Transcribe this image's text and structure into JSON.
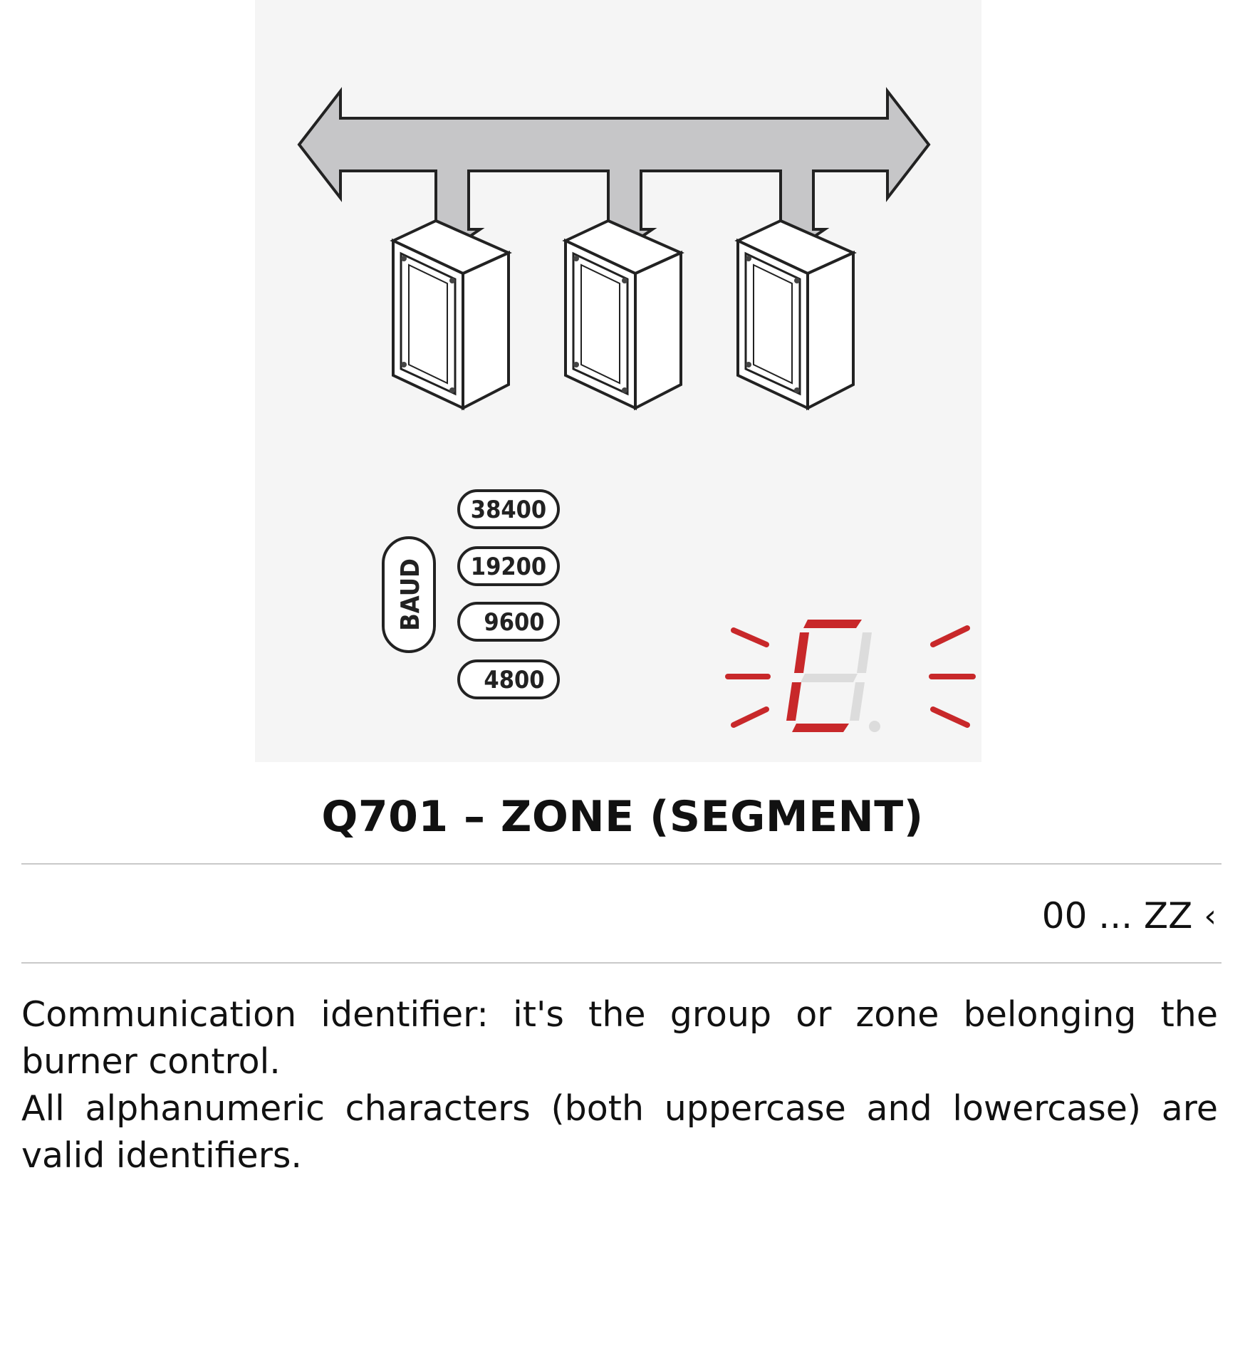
{
  "illustration": {
    "baud_label": "BAUD",
    "baud_options": [
      "38400",
      "19200",
      "9600",
      "4800"
    ],
    "display_color": "#c8282a"
  },
  "parameter": {
    "title": "Q701 – ZONE (SEGMENT)",
    "range": "00 ... ZZ",
    "range_icon": "chevron-left-icon"
  },
  "description": {
    "line1": "Communication identifier: it's the group or zone belonging the burner control.",
    "line2": "All alphanumeric characters (both uppercase and lowercase) are valid identifiers."
  }
}
